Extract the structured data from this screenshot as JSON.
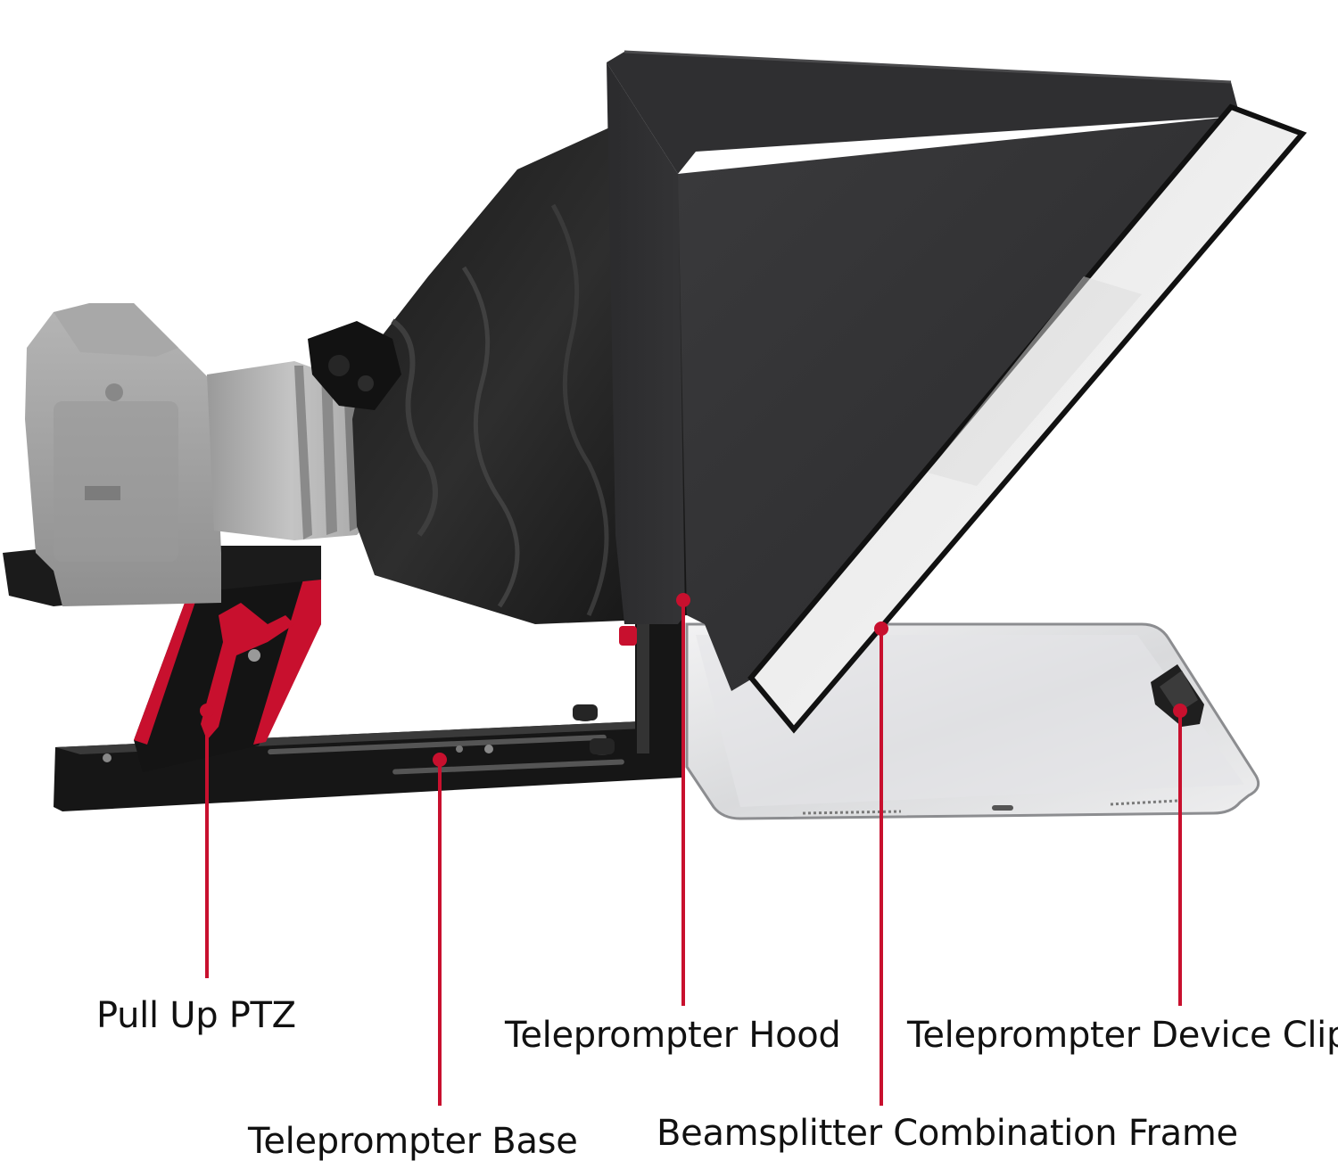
{
  "image": {
    "subject": "teleprompter kit with camera",
    "accent_color": "#c8102e",
    "callouts": [
      {
        "id": "pull-up-ptz",
        "text": "Pull Up PTZ"
      },
      {
        "id": "teleprompter-base",
        "text": "Teleprompter Base"
      },
      {
        "id": "teleprompter-hood",
        "text": "Teleprompter Hood"
      },
      {
        "id": "beamsplitter-frame",
        "text": "Beamsplitter Combination Frame"
      },
      {
        "id": "device-clip",
        "text": "Teleprompter Device Clip"
      }
    ]
  }
}
